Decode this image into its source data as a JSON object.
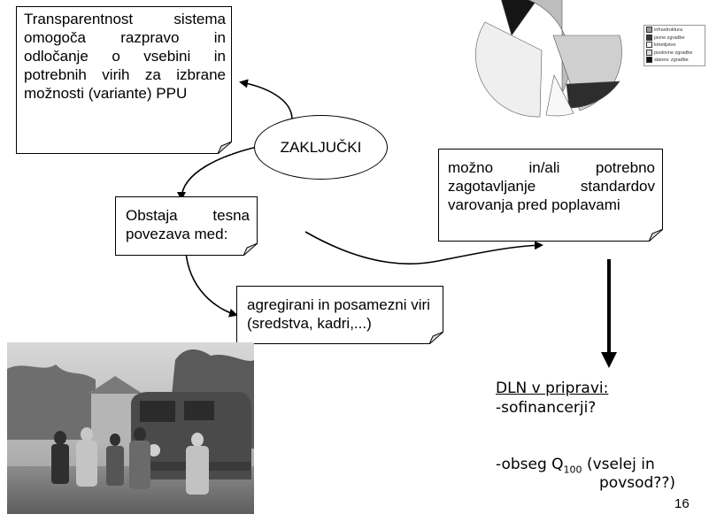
{
  "notes": {
    "transparency": "Transparentnost sistema omogoča razpravo in odločanje o vsebini in potrebnih virih za izbrane možnosti (variante) PPU",
    "standards": "možno in/ali potrebno zagotavljanje standardov varovanja pred poplavami",
    "connection": "Obstaja tesna povezava med:",
    "resources": "agregirani in posamezni viri (sredstva, kadri,...)"
  },
  "center": {
    "label": "ZAKLJUČKI"
  },
  "callout": {
    "heading": "DLN v pripravi:",
    "line1": "-sofinancerji?",
    "line2_prefix": "-obseg Q",
    "line2_sub": "100",
    "line2_suffix": " (vselej in",
    "line3": "povsod??)"
  },
  "legend": {
    "items": [
      {
        "label": "infrastruktura",
        "color": "#9a9a9a"
      },
      {
        "label": "javne zgradbe",
        "color": "#3a3a3a"
      },
      {
        "label": "kmetijstvo",
        "color": "#f4f4f4"
      },
      {
        "label": "poslovne zgradbe",
        "color": "#dcdcdc"
      },
      {
        "label": "stanov. zgradbe",
        "color": "#111111"
      }
    ]
  },
  "page_number": "16"
}
